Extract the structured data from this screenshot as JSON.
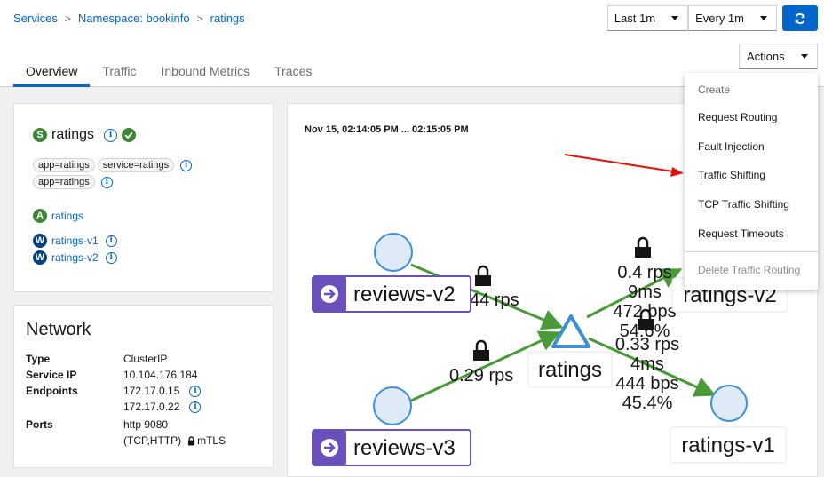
{
  "breadcrumb": {
    "services": "Services",
    "namespace": "Namespace: bookinfo",
    "current": "ratings"
  },
  "controls": {
    "duration": "Last 1m",
    "refresh_interval": "Every 1m"
  },
  "actions": {
    "label": "Actions",
    "menu_header": "Create",
    "items": [
      "Request Routing",
      "Fault Injection",
      "Traffic Shifting",
      "TCP Traffic Shifting",
      "Request Timeouts"
    ],
    "delete": "Delete Traffic Routing"
  },
  "tabs": [
    "Overview",
    "Traffic",
    "Inbound Metrics",
    "Traces"
  ],
  "service": {
    "badge": "S",
    "name": "ratings",
    "labels": [
      "app=ratings",
      "service=ratings",
      "app=ratings"
    ],
    "app_badge": "A",
    "app_link": "ratings",
    "workload_badge": "W",
    "workloads": [
      "ratings-v1",
      "ratings-v2"
    ]
  },
  "network": {
    "title": "Network",
    "rows": [
      {
        "key": "Type",
        "value": "ClusterIP"
      },
      {
        "key": "Service IP",
        "value": "10.104.176.184"
      },
      {
        "key": "Endpoints",
        "value": "172.17.0.15"
      },
      {
        "key": "",
        "value": "172.17.0.22"
      },
      {
        "key": "Ports",
        "value": "http 9080"
      },
      {
        "key": "",
        "value": "(TCP,HTTP)",
        "extra": "mTLS"
      }
    ]
  },
  "graph": {
    "time_range": "Nov 15, 02:14:05 PM ... 02:15:05 PM",
    "nodes": {
      "reviews_v2": "reviews-v2",
      "reviews_v3": "reviews-v3",
      "ratings": "ratings",
      "ratings_v1": "ratings-v1",
      "ratings_v2": "ratings-v2"
    },
    "edge_in_v2": {
      "rps": "44 rps"
    },
    "edge_in_v3": {
      "rps": "0.29 rps"
    },
    "edge_out_v2": {
      "rps": "0.4 rps",
      "ms": "9ms",
      "bps": "472 bps",
      "pct": "54.6%"
    },
    "edge_out_v1": {
      "rps": "0.33 rps",
      "ms": "4ms",
      "bps": "444 bps",
      "pct": "45.4%"
    }
  },
  "colors": {
    "link": "#0066cc",
    "edge": "#4a9a3a",
    "node_fill": "#deeaf7",
    "node_stroke": "#3d8fd1",
    "badge_purple": "#6b4fbb",
    "arrow_red": "#e0120e"
  }
}
